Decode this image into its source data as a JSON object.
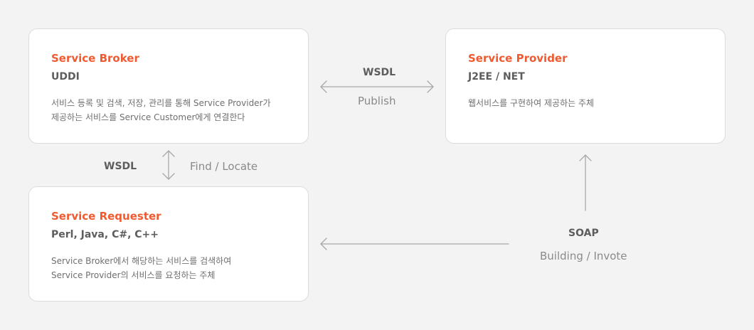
{
  "broker": {
    "title": "Service Broker",
    "subtitle": "UDDI",
    "desc_line1": "서비스 등록 및 검색, 저장, 관리를 통해 Service Provider가",
    "desc_line2": "제공하는  서비스를 Service Customer에게 연결한다"
  },
  "provider": {
    "title": "Service Provider",
    "subtitle": "J2EE / NET",
    "desc_line1": "웹서비스를 구현하여 제공하는 주체"
  },
  "requester": {
    "title": "Service Requester",
    "subtitle": "Perl, Java, C#, C++",
    "desc_line1": "Service Broker에서 해당하는 서비스를 검색하여",
    "desc_line2": "Service Provider의 서비스를 요청하는 주체"
  },
  "links": {
    "publish": {
      "protocol": "WSDL",
      "action": "Publish"
    },
    "find": {
      "protocol": "WSDL",
      "action": "Find / Locate"
    },
    "bind": {
      "protocol": "SOAP",
      "action": "Building / Invote"
    }
  },
  "colors": {
    "accent": "#ef5a31",
    "arrow": "#a8a8a8"
  }
}
